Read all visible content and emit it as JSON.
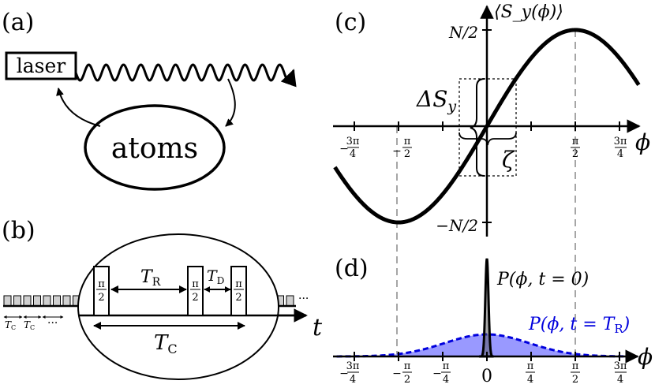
{
  "panels": {
    "a": {
      "label": "(a)",
      "laser": "laser",
      "atoms": "atoms"
    },
    "b": {
      "label": "(b)",
      "pulse_label": "π/2",
      "pulse_num": "π",
      "pulse_den": "2",
      "t_r": "T",
      "t_r_sub": "R",
      "t_d": "T",
      "t_d_sub": "D",
      "t_c": "T",
      "t_c_sub": "C",
      "t_axis": "t",
      "small_tc": "T",
      "small_tc_sub": "C",
      "ellipsis": "···"
    },
    "c": {
      "label": "(c)",
      "ylabel": "⟨S_y(ϕ)⟩",
      "y_top": "N/2",
      "y_bottom": "−N/2",
      "delta_s": "ΔS_y",
      "zeta": "ζ",
      "x_axis_symbol": "ϕ"
    },
    "d": {
      "label": "(d)",
      "p0_label": "P(ϕ, t = 0)",
      "pr_label": "P(ϕ, t = T_R)",
      "x_axis_symbol": "ϕ",
      "zero": "0"
    }
  },
  "colors": {
    "line": "#000000",
    "dist_fill": "#9999ff",
    "dist_line": "#0000dd",
    "pulse_gray": "#d0d0d0"
  },
  "chart_data": [
    {
      "type": "line",
      "panel": "c",
      "title": "",
      "ylabel": "⟨S_y(ϕ)⟩",
      "xlabel": "ϕ",
      "x_ticks": [
        "−3π/4",
        "−π/2",
        "π/2",
        "3π/4"
      ],
      "y_ticks": [
        "N/2",
        "−N/2"
      ],
      "series": [
        {
          "function": "(N/2)·sin(ϕ)",
          "x_range": [
            -0.9,
            0.9
          ]
        }
      ]
    },
    {
      "type": "area",
      "panel": "d",
      "xlabel": "ϕ",
      "x_ticks": [
        "−3π/4",
        "−π/2",
        "−π/4",
        "0",
        "π/4",
        "π/2",
        "3π/4"
      ],
      "series": [
        {
          "name": "P(ϕ, t = 0)",
          "shape": "narrow peak at 0"
        },
        {
          "name": "P(ϕ, t = T_R)",
          "shape": "broad distribution centered at 0"
        }
      ]
    }
  ]
}
